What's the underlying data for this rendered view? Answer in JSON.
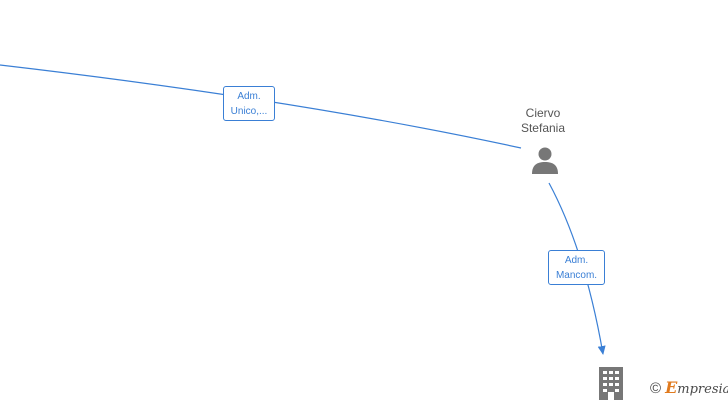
{
  "colors": {
    "edge": "#3a7fd5",
    "icon": "#777777",
    "text": "#555555",
    "brand_accent": "#e07a1e"
  },
  "nodes": {
    "person": {
      "name_line1": "Ciervo",
      "name_line2": "Stefania",
      "icon": "person-icon"
    },
    "company": {
      "icon": "building-icon"
    }
  },
  "edges": [
    {
      "from": "offscreen-left",
      "to": "person",
      "label_line1": "Adm.",
      "label_line2": "Unico,..."
    },
    {
      "from": "person",
      "to": "company",
      "label_line1": "Adm.",
      "label_line2": "Mancom."
    }
  ],
  "watermark": {
    "copyright": "©",
    "brand_initial": "E",
    "brand_rest": "mpresia"
  }
}
